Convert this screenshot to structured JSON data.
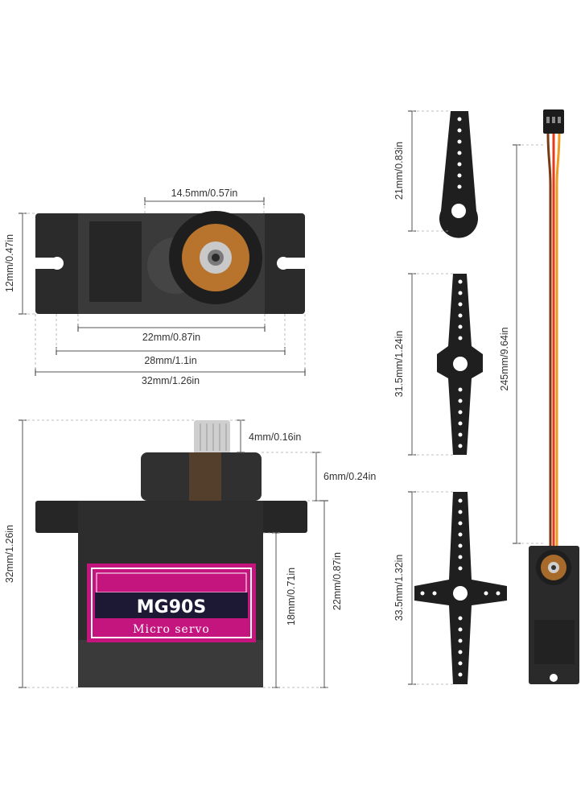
{
  "product": {
    "brand": "MG90S",
    "subtitle": "Micro servo"
  },
  "dimensions": {
    "top_gear_span": "14.5mm/0.57in",
    "top_height": "12mm/0.47in",
    "body_width": "22mm/0.87in",
    "hole_spacing": "28mm/1.1in",
    "total_width": "32mm/1.26in",
    "shaft_height": "4mm/0.16in",
    "gear_housing_height": "6mm/0.24in",
    "total_height": "32mm/1.26in",
    "body_height_below_tabs": "18mm/0.71in",
    "body_height": "22mm/0.87in",
    "horn_single": "21mm/0.83in",
    "horn_double": "31.5mm/1.24in",
    "horn_cross": "33.5mm/1.32in",
    "cable_length": "245mm/9.64in"
  },
  "colors": {
    "body": "#2a2a2a",
    "label": "#c4157f",
    "wire_brown": "#7a3b12",
    "wire_red": "#e53a1c",
    "wire_orange": "#f29a1f"
  }
}
